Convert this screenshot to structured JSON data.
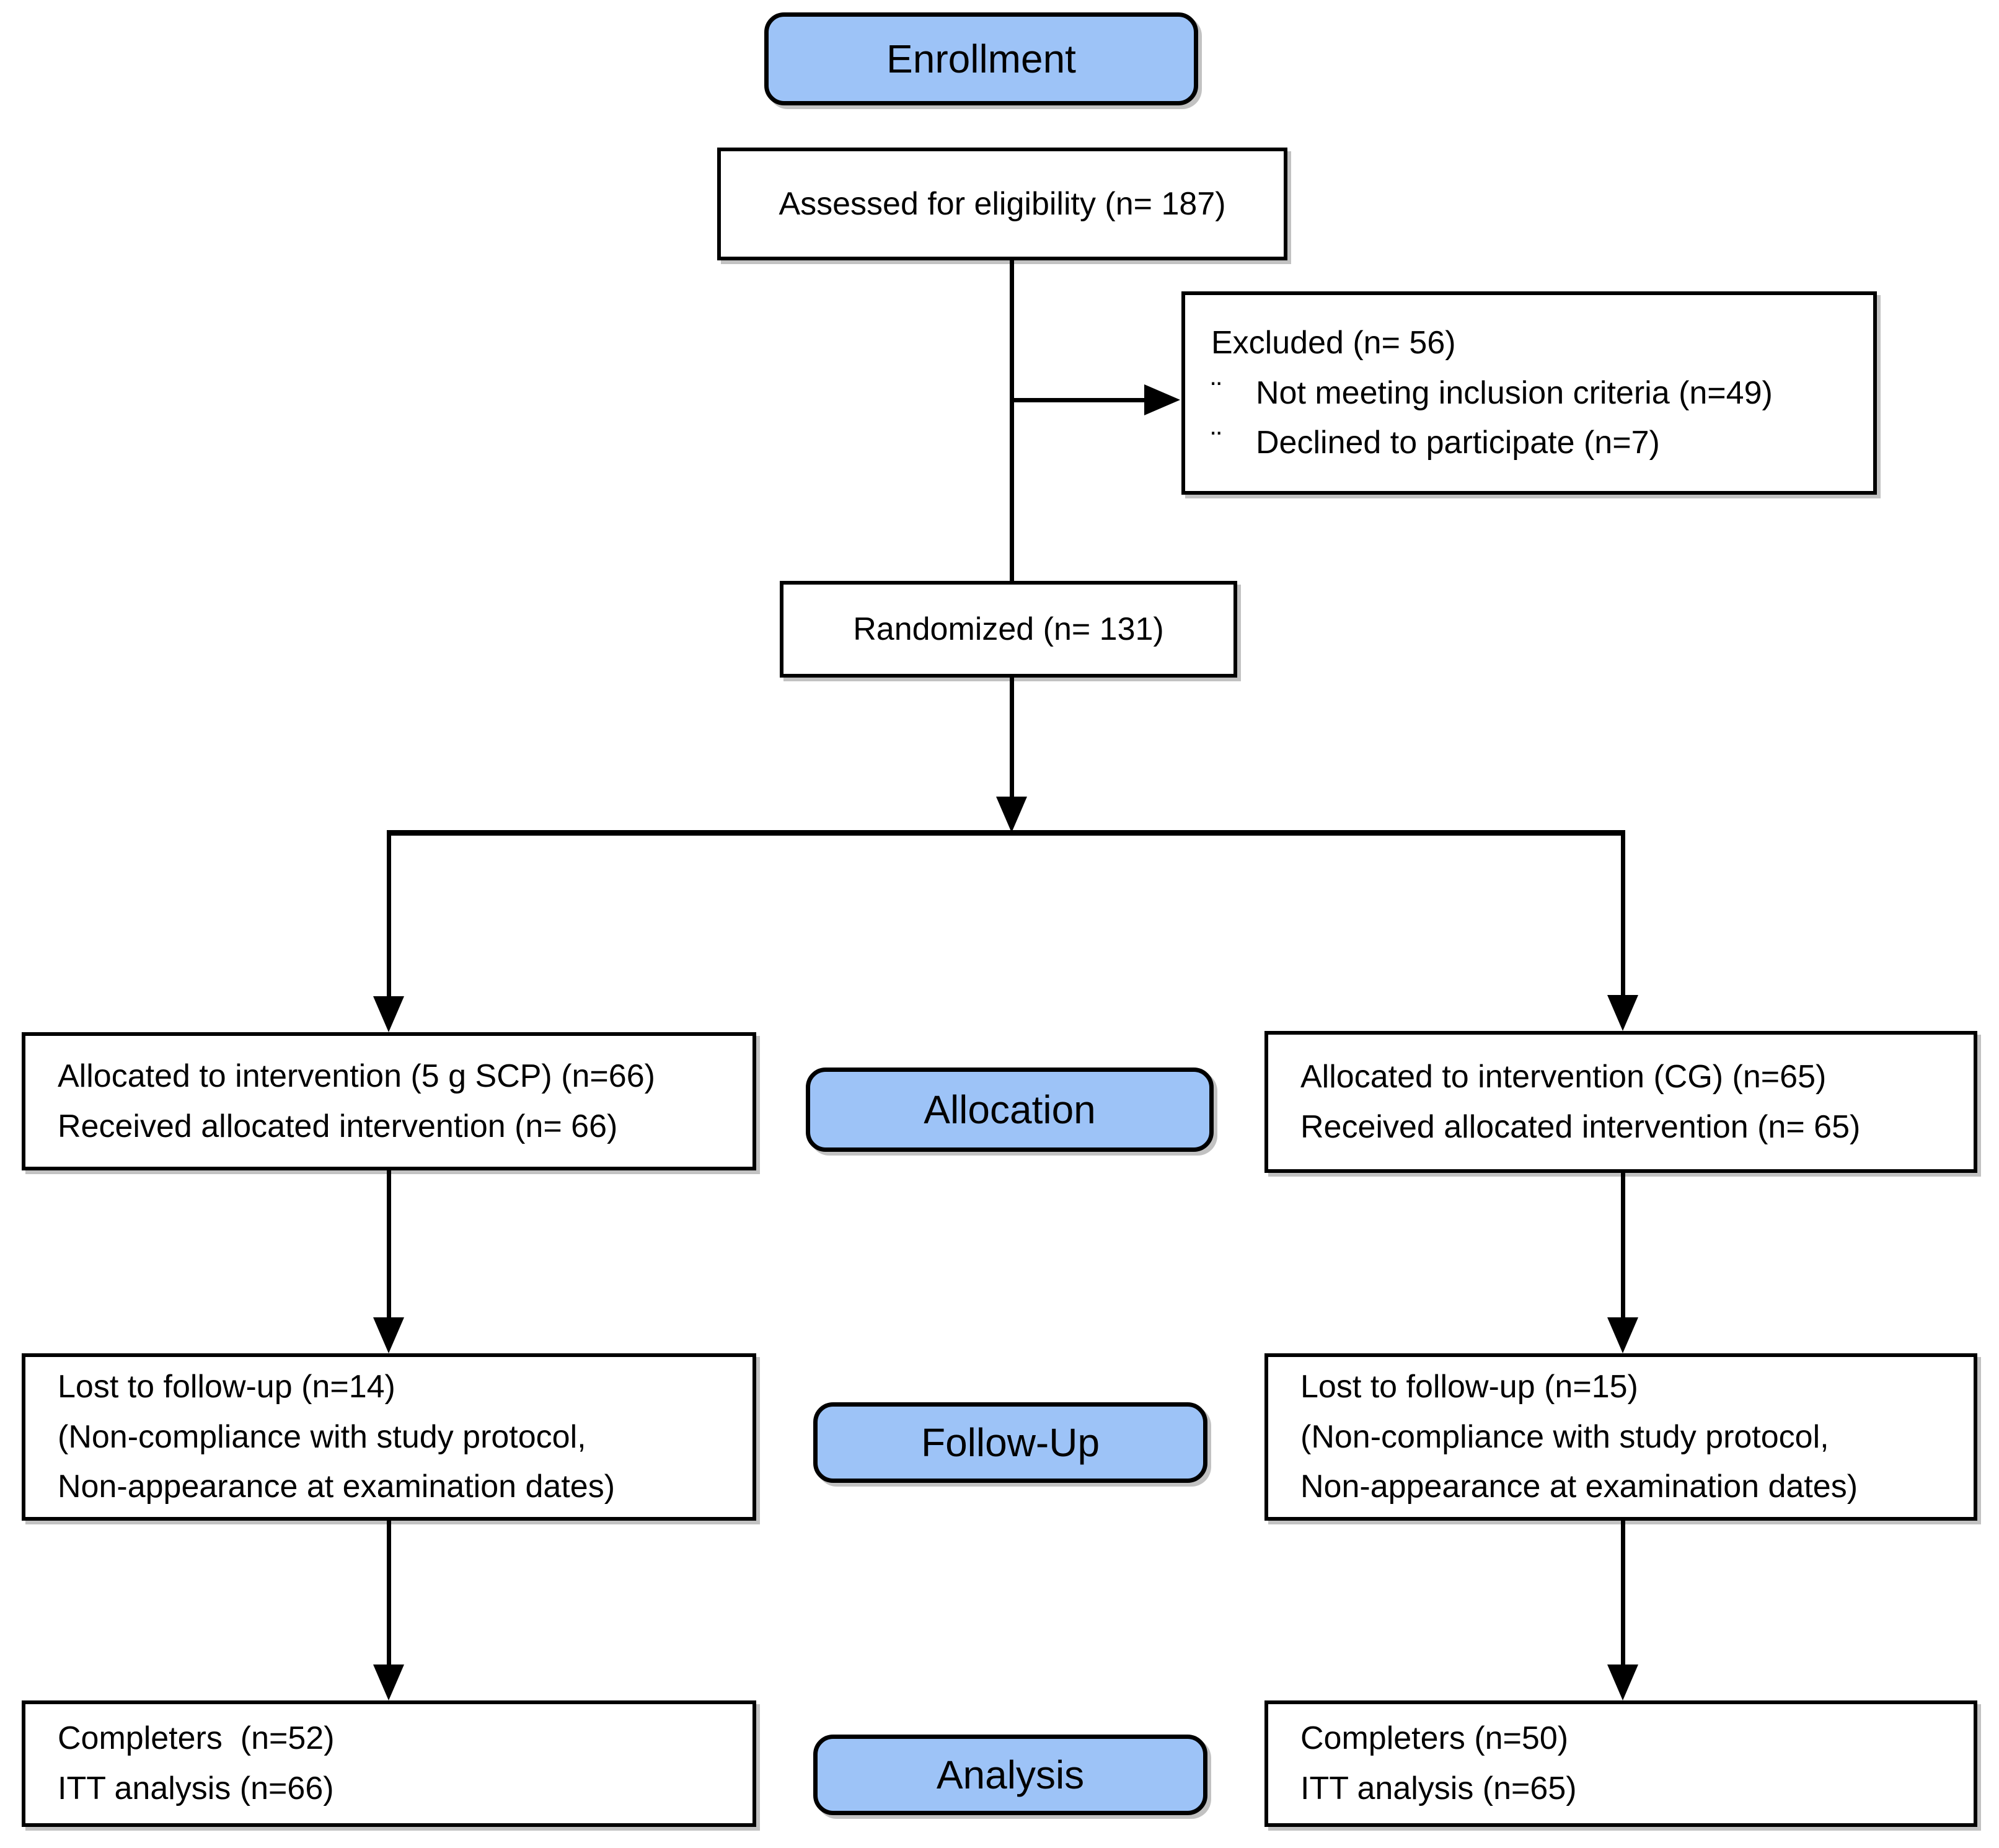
{
  "stages": {
    "enrollment": "Enrollment",
    "allocation": "Allocation",
    "followup": "Follow-Up",
    "analysis": "Analysis"
  },
  "boxes": {
    "assessed": {
      "lines": [
        "Assessed for eligibility (n= 187)"
      ]
    },
    "excluded": {
      "title": "Excluded (n= 56)",
      "bullet_char": "¨",
      "bullets": [
        "Not meeting inclusion criteria (n=49)",
        "Declined to participate (n=7)"
      ]
    },
    "randomized": {
      "lines": [
        "Randomized (n= 131)"
      ]
    },
    "alloc_left": {
      "lines": [
        "Allocated to intervention (5 g SCP) (n=66)",
        "Received allocated intervention (n= 66)"
      ]
    },
    "alloc_right": {
      "lines": [
        "Allocated to intervention (CG) (n=65)",
        "Received allocated intervention (n= 65)"
      ]
    },
    "fu_left": {
      "lines": [
        "Lost to follow-up (n=14)",
        "(Non-compliance with study protocol,",
        "Non-appearance at examination dates)"
      ]
    },
    "fu_right": {
      "lines": [
        "Lost to follow-up (n=15)",
        "(Non-compliance with study protocol,",
        "Non-appearance at examination dates)"
      ]
    },
    "an_left": {
      "lines": [
        "Completers  (n=52)",
        "ITT analysis (n=66)"
      ]
    },
    "an_right": {
      "lines": [
        "Completers (n=50)",
        "ITT analysis (n=65)"
      ]
    }
  },
  "colors": {
    "stage_fill": "#9DC3F7",
    "line": "#000000",
    "box_background": "#FFFFFF"
  }
}
